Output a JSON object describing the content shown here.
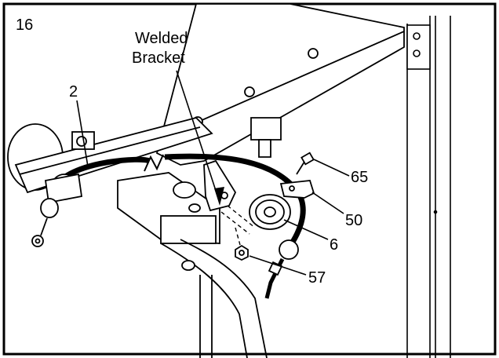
{
  "step_number": "16",
  "callouts": {
    "welded_bracket_line1": "Welded",
    "welded_bracket_line2": "Bracket",
    "part_2": "2",
    "part_65": "65",
    "part_50": "50",
    "part_6": "6",
    "part_57": "57"
  }
}
